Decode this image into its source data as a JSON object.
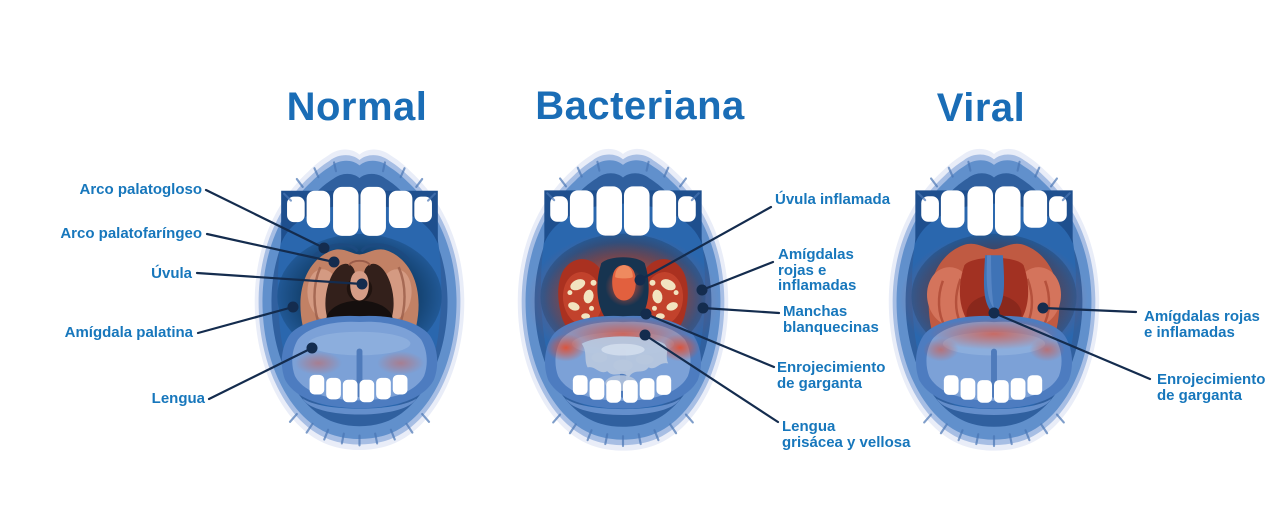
{
  "palette": {
    "background": "#ffffff",
    "title_blue": "#1a6db6",
    "label_blue": "#1777bc",
    "leader_line_navy": "#142c4e"
  },
  "panels": [
    {
      "id": "normal",
      "title": "Normal",
      "labels": [
        {
          "text": "Arco palatogloso"
        },
        {
          "text": "Arco palatofaríngeo"
        },
        {
          "text": "Úvula"
        },
        {
          "text": "Amígdala palatina"
        },
        {
          "text": "Lengua"
        }
      ]
    },
    {
      "id": "bacteriana",
      "title": "Bacteriana",
      "labels": [
        {
          "text": "Úvula inflamada"
        },
        {
          "text": "Amígdalas\nrojas e\ninflamadas"
        },
        {
          "text": "Manchas\nblanquecinas"
        },
        {
          "text": "Enrojecimiento\nde garganta"
        },
        {
          "text": "Lengua\ngrisácea y vellosa"
        }
      ]
    },
    {
      "id": "viral",
      "title": "Viral",
      "labels": [
        {
          "text": "Amígdalas rojas\ne inflamadas"
        },
        {
          "text": "Enrojecimiento\nde garganta"
        }
      ]
    }
  ]
}
